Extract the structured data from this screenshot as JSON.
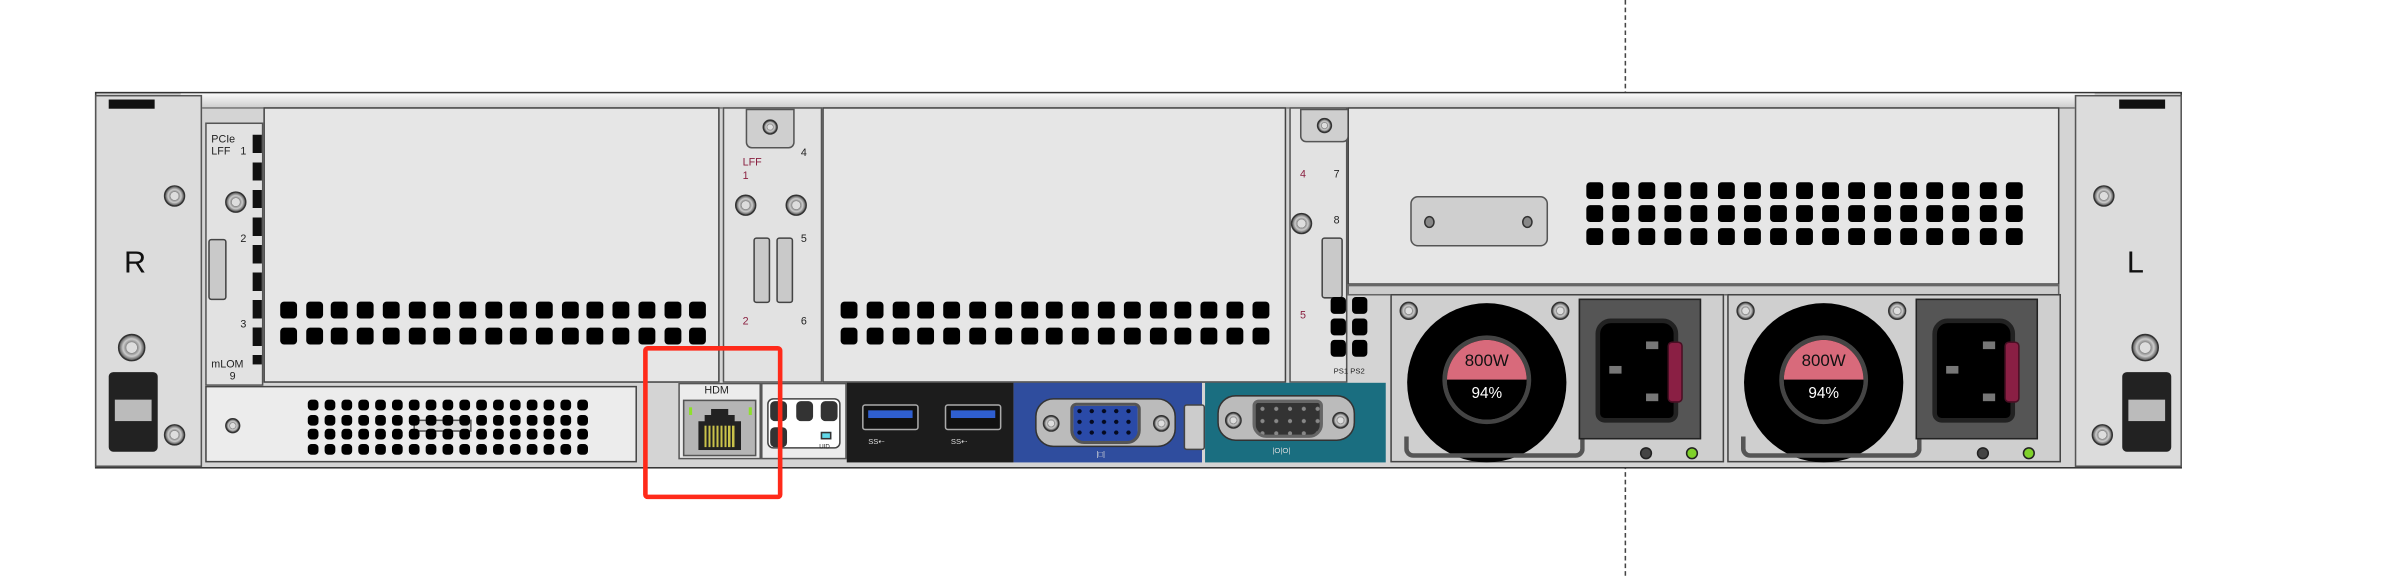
{
  "chassis": {
    "left_ear_label": "R",
    "right_ear_label": "L"
  },
  "left_bezel": {
    "pcie": "PCIe",
    "lff": "LFF",
    "slot1": "1",
    "slot2": "2",
    "slot3": "3",
    "mlom": "mLOM",
    "slot9": "9"
  },
  "middle_bezel": {
    "top_right": "4",
    "lff": "LFF",
    "left1": "1",
    "right5": "5",
    "left2": "2",
    "right6": "6"
  },
  "right_bezel": {
    "left4": "4",
    "right7": "7",
    "right8": "8",
    "left5": "5",
    "ps_label": "PS1 PS2"
  },
  "ports": {
    "hdm_label": "HDM",
    "uid_label": "UID",
    "usb1_label": "SS⇠",
    "usb2_label": "SS⇠",
    "vga_label": "|□|",
    "serial_label": "|O|O|"
  },
  "psus": [
    {
      "wattage": "800W",
      "efficiency": "94%",
      "led_color": "#7fd12a"
    },
    {
      "wattage": "800W",
      "efficiency": "94%",
      "led_color": "#7fd12a"
    }
  ],
  "highlight": {
    "color": "#ff2a1a",
    "target": "HDM"
  }
}
